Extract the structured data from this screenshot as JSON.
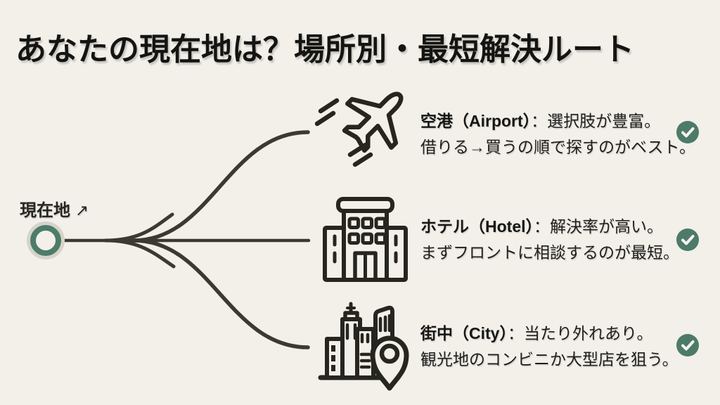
{
  "title": "あなたの現在地は？場所別・最短解決ルート",
  "origin": {
    "label": "現在地",
    "arrow": "↗"
  },
  "routes": [
    {
      "id": "airport",
      "icon": "airplane-icon",
      "label": "空港（Airport）",
      "desc_line1": "：選択肢が豊富。",
      "desc_line2": "借りる→買うの順で探すのがベスト。",
      "status": "check"
    },
    {
      "id": "hotel",
      "icon": "hotel-building-icon",
      "label": "ホテル（Hotel）",
      "desc_line1": "：解決率が高い。",
      "desc_line2": "まずフロントに相談するのが最短。",
      "status": "check"
    },
    {
      "id": "city",
      "icon": "city-buildings-icon",
      "label": "街中（City）",
      "desc_line1": "：当たり外れあり。",
      "desc_line2": "観光地のコンビニか大型店を狙う。",
      "status": "check"
    }
  ],
  "colors": {
    "background": "#f2f0e9",
    "accent_green": "#4d7a69",
    "halo_gray": "#d6d4ca",
    "line_dark": "#3a3a33",
    "icon_dark": "#26261f",
    "text_dark": "#1b1b19"
  }
}
